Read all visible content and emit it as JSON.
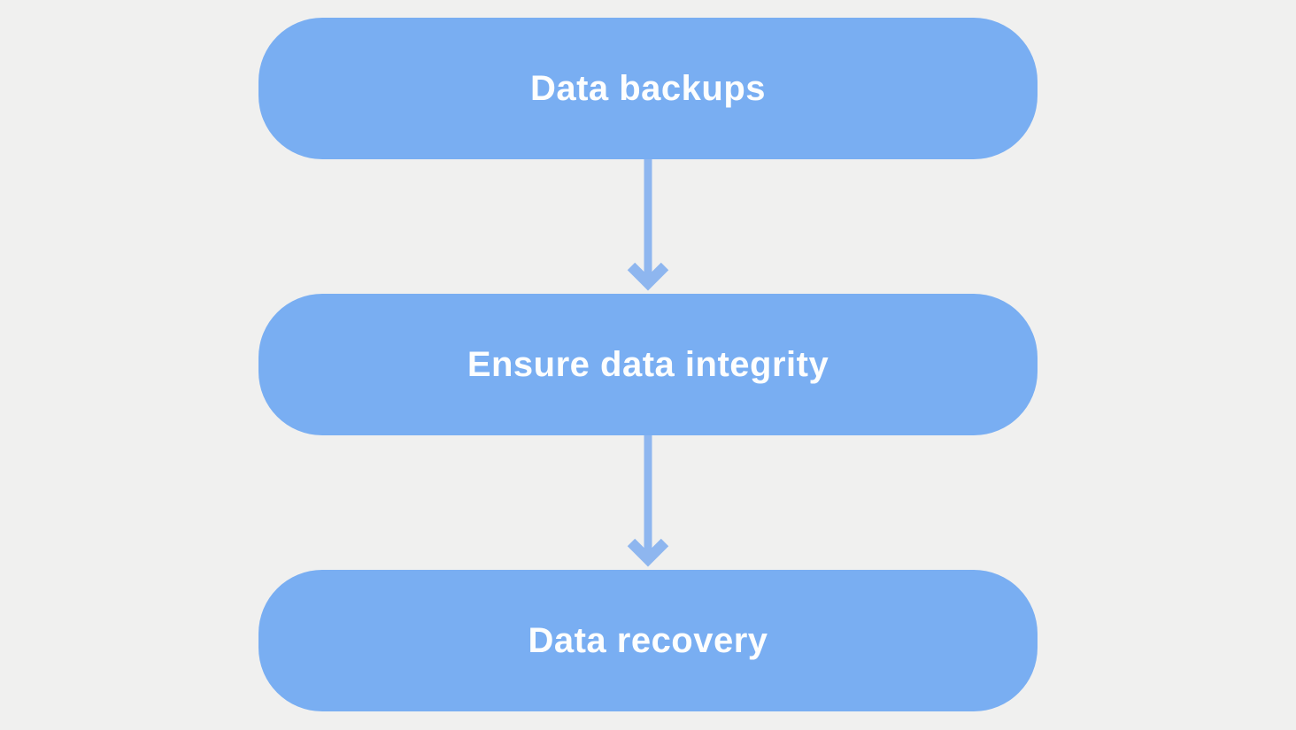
{
  "diagram": {
    "type": "flowchart",
    "direction": "top-down",
    "nodes": [
      {
        "id": "node-1",
        "label": "Data backups"
      },
      {
        "id": "node-2",
        "label": "Ensure data integrity"
      },
      {
        "id": "node-3",
        "label": "Data recovery"
      }
    ],
    "edges": [
      {
        "from": "node-1",
        "to": "node-2",
        "style": "arrow-down"
      },
      {
        "from": "node-2",
        "to": "node-3",
        "style": "arrow-down"
      }
    ]
  },
  "colors": {
    "bg": "#f0f0ef",
    "node-fill": "#79aef2",
    "arrow-color": "#8eb6ef",
    "node-text": "#fdfefe"
  }
}
